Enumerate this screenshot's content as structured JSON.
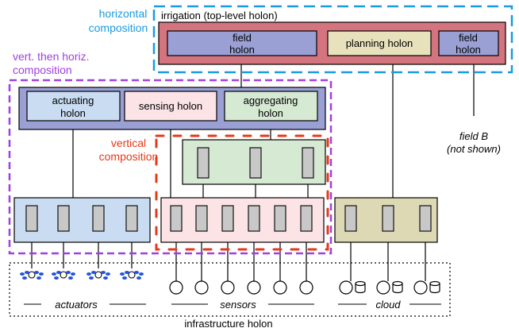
{
  "labels": {
    "horizontal_composition": [
      "horizontal",
      "composition"
    ],
    "vert_horiz_composition": [
      "vert. then horiz.",
      "composition"
    ],
    "vertical_composition": [
      "vertical",
      "composition"
    ],
    "irrigation": "irrigation (top-level holon)",
    "field_holon": [
      "field",
      "holon"
    ],
    "planning_holon": "planning holon",
    "field_small": [
      "field",
      "holon"
    ],
    "actuating_holon": [
      "actuating",
      "holon"
    ],
    "sensing_holon": "sensing holon",
    "aggregating_holon": [
      "aggregating",
      "holon"
    ],
    "field_b": [
      "field B",
      "(not shown)"
    ],
    "actuators": "actuators",
    "sensors": "sensors",
    "cloud": "cloud",
    "infrastructure": "infrastructure holon"
  },
  "colors": {
    "horizontal_accent": "#1a9be0",
    "purple_accent": "#a040e0",
    "red_accent": "#e23a1a",
    "irrigation_fill": "#d4747e",
    "field_fill": "#9aa0d4",
    "planning_fill": "#e8e2bc",
    "field_group_fill": "#9aa0d4",
    "actuating_fill": "#c9dcf2",
    "sensing_fill": "#fbe3e6",
    "aggregating_fill": "#d6e9d3",
    "actuator_group_fill": "#c9dcf2",
    "sensor_group_fill": "#fbe3e6",
    "aggregator_group_fill": "#d6e9d3",
    "cloud_group_fill": "#ddd9b4",
    "component_fill": "#c8c8c8",
    "actuator_blue": "#2255dd"
  }
}
